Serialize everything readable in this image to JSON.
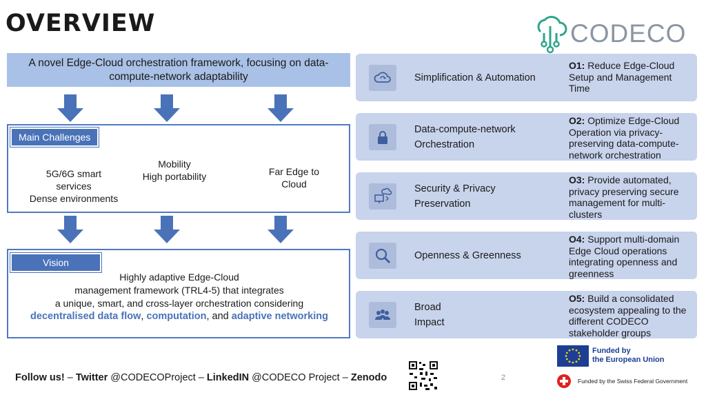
{
  "title": "OVERVIEW",
  "logo": {
    "text": "CODECO"
  },
  "banner": {
    "line1": "A novel Edge-Cloud  orchestration framework, focusing on data-",
    "line2": "compute-network  adaptability"
  },
  "challenges": {
    "label": "Main Challenges",
    "items": [
      {
        "line1": "5G/6G smart",
        "line2": "services",
        "line3": "Dense environments"
      },
      {
        "line1": "Mobility",
        "line2": "High portability"
      },
      {
        "line1": "Far Edge to",
        "line2": "Cloud"
      }
    ]
  },
  "vision": {
    "label": "Vision",
    "line1": "Highly adaptive Edge-Cloud",
    "line2": "management framework (TRL4-5) that integrates",
    "line3": "a unique, smart, and cross-layer orchestration considering",
    "hl1": "decentralised data flow",
    "sep1": ", ",
    "hl2": "computation",
    "sep2": ", and ",
    "hl3": "adaptive networking"
  },
  "objectives": [
    {
      "icon": "cloud-sync-icon",
      "name": [
        "Simplification & Automation"
      ],
      "code": "O1:",
      "text": " Reduce Edge-Cloud Setup and Management Time"
    },
    {
      "icon": "lock-icon",
      "name": [
        "Data-compute-network",
        "Orchestration"
      ],
      "code": "O2:",
      "text": " Optimize Edge-Cloud Operation via privacy-preserving data-compute-network orchestration"
    },
    {
      "icon": "cloud-computer-icon",
      "name": [
        "Security & Privacy",
        "Preservation"
      ],
      "code": "O3:",
      "text": " Provide automated, privacy preserving secure management for multi-clusters"
    },
    {
      "icon": "magnifier-icon",
      "name": [
        "Openness & Greenness"
      ],
      "code": "O4:",
      "text": " Support multi-domain Edge Cloud operations integrating openness and greenness"
    },
    {
      "icon": "people-icon",
      "name": [
        "Broad",
        "Impact"
      ],
      "code": "O5:",
      "text": " Build a consolidated ecosystem appealing to the different CODECO stakeholder groups"
    }
  ],
  "footer": {
    "follow": "Follow us!",
    "dash1": " – ",
    "twitter": "Twitter",
    "twitter_handle": " @CODECOProject",
    "dash2": " – ",
    "linkedin": "LinkedIN",
    "linkedin_handle": " @CODECO Project",
    "dash3": " – ",
    "zenodo": "Zenodo"
  },
  "page_number": "2",
  "funding": {
    "eu_line1": "Funded by",
    "eu_line2": "the European Union",
    "swiss": "Funded by the Swiss Federal Government"
  },
  "colors": {
    "accent": "#4a72b8",
    "banner": "#a9c1e6",
    "row_bg": "#c8d3ec"
  }
}
